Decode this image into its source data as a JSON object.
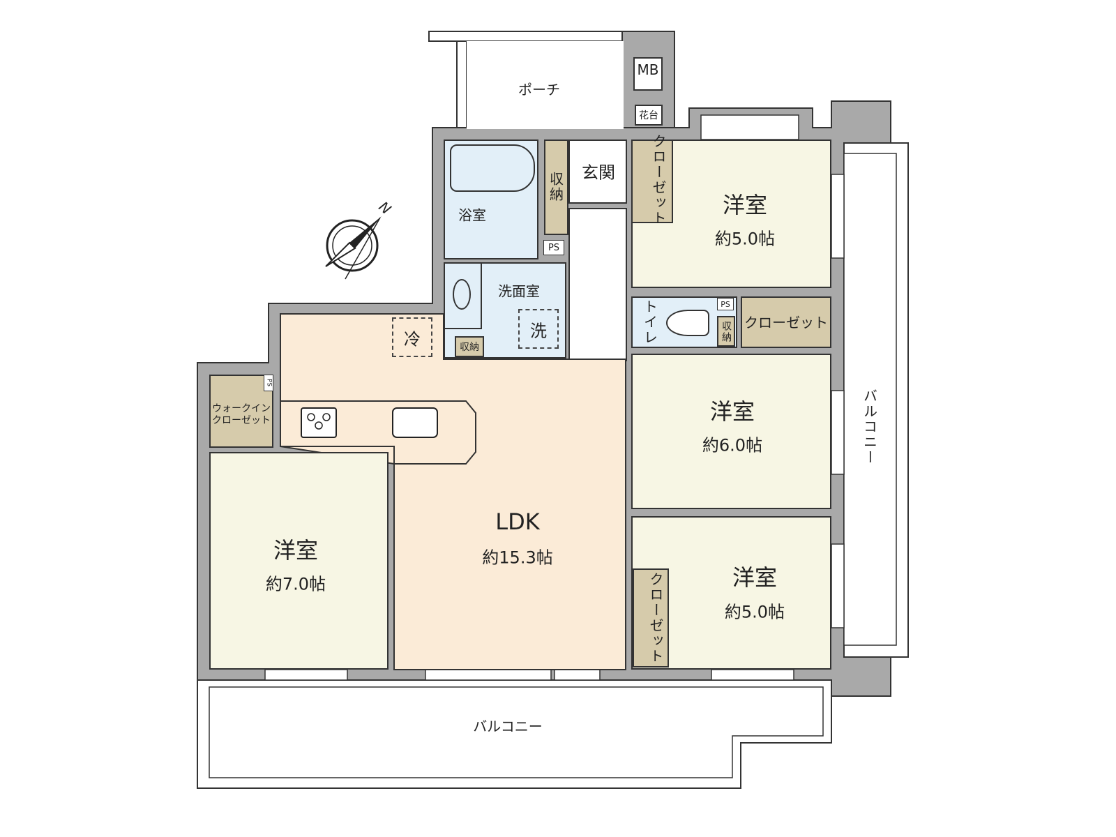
{
  "plan": {
    "porch": "ポーチ",
    "mb": "MB",
    "flower_stand": "花台",
    "entrance": "玄関",
    "bath": "浴室",
    "washroom": "洗面室",
    "washer": "洗",
    "fridge": "冷",
    "storage": "収納",
    "ps": "PS",
    "closet_vertical": "クローゼット",
    "closet": "クローゼット",
    "toilet": "トイレ",
    "walk_in_closet_line1": "ウォークイン",
    "walk_in_closet_line2": "クローゼット",
    "balcony": "バルコニー",
    "north": "N",
    "rooms": [
      {
        "name": "洋室",
        "size": "約5.0帖"
      },
      {
        "name": "洋室",
        "size": "約6.0帖"
      },
      {
        "name": "洋室",
        "size": "約5.0帖"
      },
      {
        "name": "洋室",
        "size": "約7.0帖"
      },
      {
        "name": "LDK",
        "size": "約15.3帖"
      }
    ]
  },
  "colors": {
    "wall": "#a9a9a9",
    "bedroom": "#f7f6e4",
    "ldk": "#fbebd7",
    "wet_area": "#e2eff8",
    "storage": "#d6cbab"
  }
}
